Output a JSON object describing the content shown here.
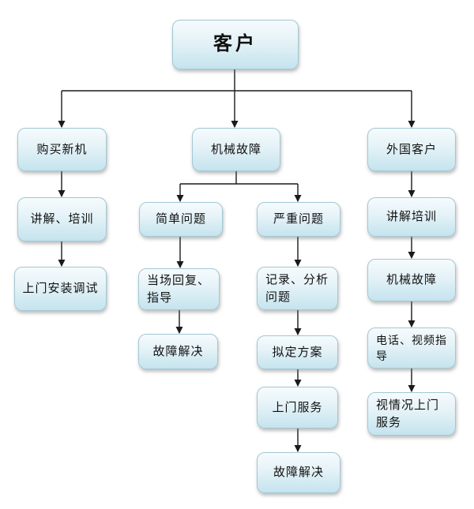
{
  "diagram": {
    "type": "flowchart",
    "colors": {
      "box_fill_top": "#f6fbfd",
      "box_fill_bottom": "#c6e4ee",
      "box_border": "#a3c8d4",
      "connector_line": "#1a1a1a",
      "background": "#ffffff",
      "text": "#111111"
    },
    "nodes": {
      "customer": {
        "label": "客户"
      },
      "buy_new": {
        "label": "购买新机"
      },
      "mech_fault": {
        "label": "机械故障"
      },
      "foreign": {
        "label": "外国客户"
      },
      "explain_train_l": {
        "label": "讲解、培训"
      },
      "onsite_install": {
        "label": "上门安装调试"
      },
      "simple_issue": {
        "label": "简单问题"
      },
      "severe_issue": {
        "label": "严重问题"
      },
      "onspot_reply": {
        "label": "当场回复、指导"
      },
      "fault_solved_l": {
        "label": "故障解决"
      },
      "record_analyze": {
        "label": "记录、分析问题"
      },
      "draft_plan": {
        "label": "拟定方案"
      },
      "onsite_service": {
        "label": "上门服务"
      },
      "fault_solved_m": {
        "label": "故障解决"
      },
      "explain_train_r": {
        "label": "讲解培训"
      },
      "mech_fault_r": {
        "label": "机械故障"
      },
      "phone_video": {
        "label": "电话、视频指导"
      },
      "onsite_as_needed": {
        "label": "视情况上门服务"
      }
    },
    "edges": [
      "customer -> buy_new",
      "customer -> mech_fault",
      "customer -> foreign",
      "buy_new -> explain_train_l",
      "explain_train_l -> onsite_install",
      "mech_fault -> simple_issue",
      "mech_fault -> severe_issue",
      "simple_issue -> onspot_reply",
      "onspot_reply -> fault_solved_l",
      "severe_issue -> record_analyze",
      "record_analyze -> draft_plan",
      "draft_plan -> onsite_service",
      "onsite_service -> fault_solved_m",
      "foreign -> explain_train_r",
      "explain_train_r -> mech_fault_r",
      "mech_fault_r -> phone_video",
      "phone_video -> onsite_as_needed"
    ]
  }
}
